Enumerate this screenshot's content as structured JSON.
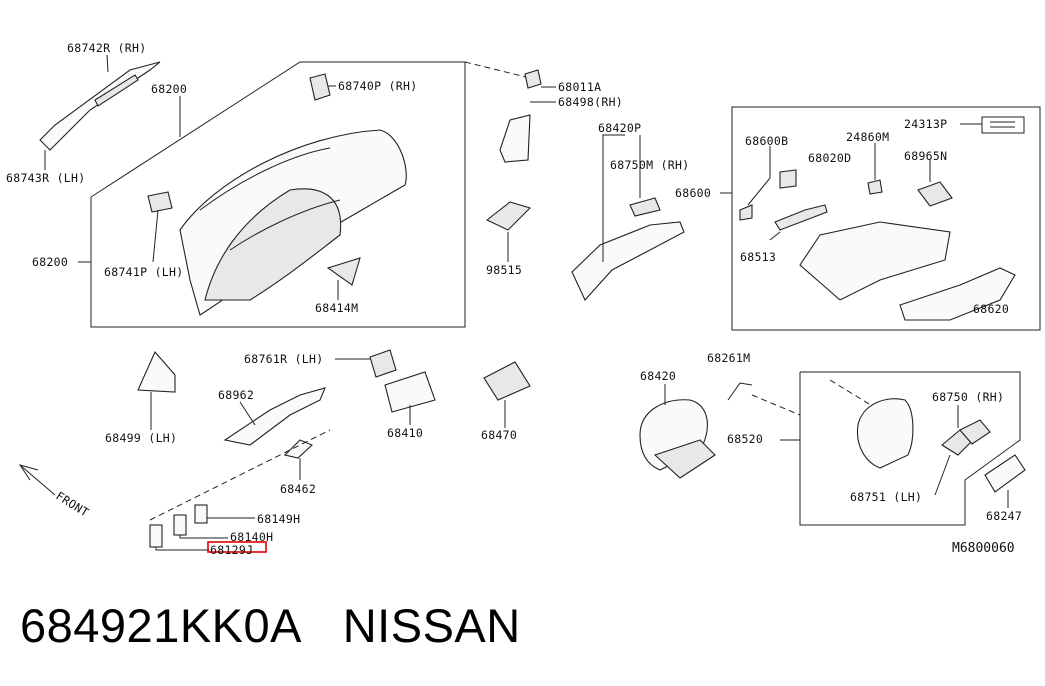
{
  "diagram": {
    "reference_code": "M6800060",
    "direction_label": "FRONT",
    "highlight_color": "#e00000",
    "parts": {
      "p68742R": "68742R (RH)",
      "p68743R": "68743R (LH)",
      "p68200_top": "68200",
      "p68200_left": "68200",
      "p68740P": "68740P (RH)",
      "p68741P": "68741P (LH)",
      "p68414M": "68414M",
      "p68011A": "68011A",
      "p68498": "68498(RH)",
      "p98515": "98515",
      "p68420P": "68420P",
      "p68750M": "68750M (RH)",
      "p68600": "68600",
      "p68600B": "68600B",
      "p24860M": "24860M",
      "p24313P": "24313P",
      "p68020D": "68020D",
      "p68965N": "68965N",
      "p68513": "68513",
      "p68620": "68620",
      "p68761R": "68761R (LH)",
      "p68962": "68962",
      "p68499": "68499 (LH)",
      "p68410": "68410",
      "p68470": "68470",
      "p68462": "68462",
      "p68149H": "68149H",
      "p68140H": "68140H",
      "p68129J": "68129J",
      "p68420": "68420",
      "p68261M": "68261M",
      "p68520": "68520",
      "p68750_rh": "68750 (RH)",
      "p68751": "68751 (LH)",
      "p68247": "68247"
    }
  },
  "footer": {
    "part_number": "684921KK0A",
    "brand": "NISSAN"
  }
}
